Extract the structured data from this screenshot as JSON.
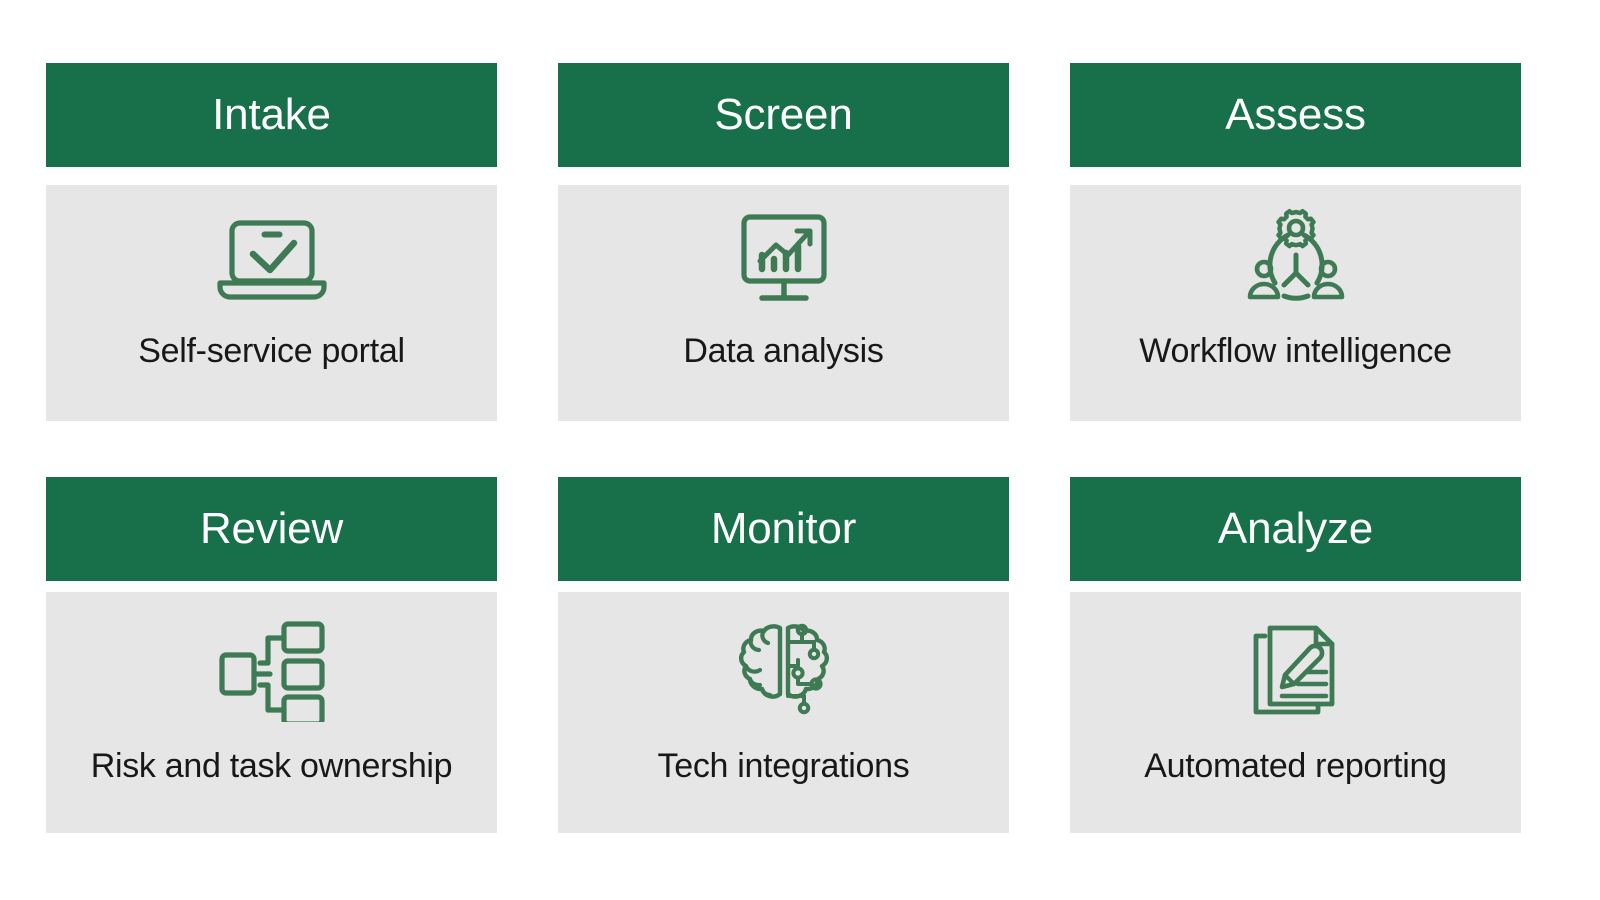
{
  "theme": {
    "header_green": "#17704A",
    "body_gray": "#E6E6E6",
    "icon_green": "#3E7A54",
    "title_color": "#FFFFFF",
    "label_color": "#181818",
    "page_background": "#FFFFFF"
  },
  "cards": [
    {
      "title": "Intake",
      "label": "Self-service portal",
      "icon": "laptop-check-icon"
    },
    {
      "title": "Screen",
      "label": "Data analysis",
      "icon": "monitor-bar-chart-growth-icon"
    },
    {
      "title": "Assess",
      "label": "Workflow intelligence",
      "icon": "gear-people-network-icon"
    },
    {
      "title": "Review",
      "label": "Risk and task ownership",
      "icon": "hierarchy-org-chart-icon"
    },
    {
      "title": "Monitor",
      "label": "Tech integrations",
      "icon": "ai-brain-circuit-icon"
    },
    {
      "title": "Analyze",
      "label": "Automated reporting",
      "icon": "documents-pencil-edit-icon"
    }
  ]
}
